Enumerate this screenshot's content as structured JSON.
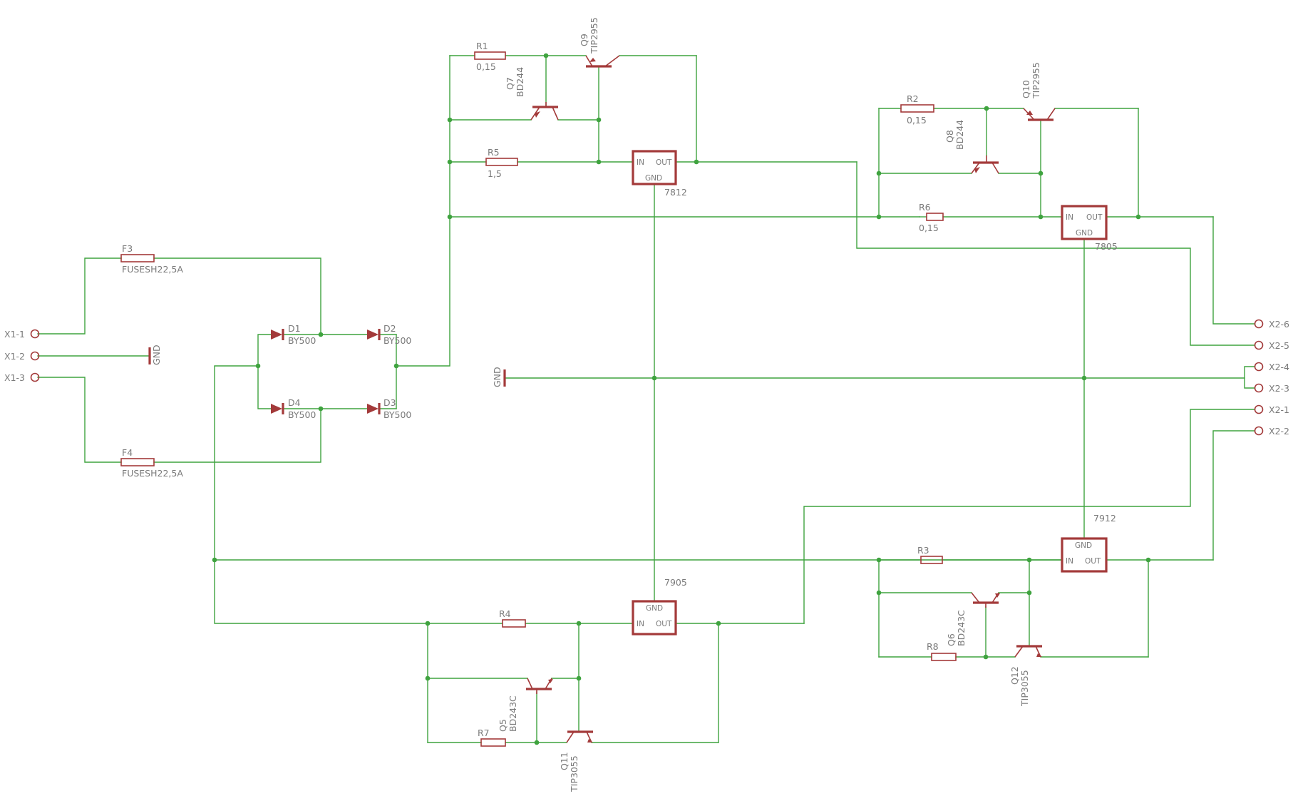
{
  "components": {
    "F3": {
      "name": "F3",
      "value": "FUSESH22,5A"
    },
    "F4": {
      "name": "F4",
      "value": "FUSESH22,5A"
    },
    "D1": {
      "name": "D1",
      "value": "BY500"
    },
    "D2": {
      "name": "D2",
      "value": "BY500"
    },
    "D3": {
      "name": "D3",
      "value": "BY500"
    },
    "D4": {
      "name": "D4",
      "value": "BY500"
    },
    "R1": {
      "name": "R1",
      "value": "0,15"
    },
    "R2": {
      "name": "R2",
      "value": "0,15"
    },
    "R3": {
      "name": "R3"
    },
    "R4": {
      "name": "R4"
    },
    "R5": {
      "name": "R5",
      "value": "1,5"
    },
    "R6": {
      "name": "R6",
      "value": "0,15"
    },
    "R7": {
      "name": "R7"
    },
    "R8": {
      "name": "R8"
    },
    "Q5": {
      "name": "Q5",
      "value": "BD243C"
    },
    "Q6": {
      "name": "Q6",
      "value": "BD243C"
    },
    "Q7": {
      "name": "Q7",
      "value": "BD244"
    },
    "Q8": {
      "name": "Q8",
      "value": "BD244"
    },
    "Q9": {
      "name": "Q9",
      "value": "TIP2955"
    },
    "Q10": {
      "name": "Q10",
      "value": "TIP2955"
    },
    "Q11": {
      "name": "Q11",
      "value": "TIP3055"
    },
    "Q12": {
      "name": "Q12",
      "value": "TIP3055"
    }
  },
  "regulators": {
    "u7812": {
      "value": "7812",
      "in": "IN",
      "out": "OUT",
      "gnd": "GND"
    },
    "u7805": {
      "value": "7805",
      "in": "IN",
      "out": "OUT",
      "gnd": "GND"
    },
    "u7905": {
      "value": "7905",
      "in": "IN",
      "out": "OUT",
      "gnd": "GND"
    },
    "u7912": {
      "value": "7912",
      "in": "IN",
      "out": "OUT",
      "gnd": "GND"
    }
  },
  "connectors": {
    "x1": [
      "X1-1",
      "X1-2",
      "X1-3"
    ],
    "x2": [
      "X2-6",
      "X2-5",
      "X2-4",
      "X2-3",
      "X2-1",
      "X2-2"
    ]
  },
  "gnd_labels": [
    "GND",
    "GND"
  ],
  "colors": {
    "wire": "#3fa33f",
    "part": "#a33a3a",
    "text": "#7a7a7a",
    "background": "#ffffff"
  }
}
